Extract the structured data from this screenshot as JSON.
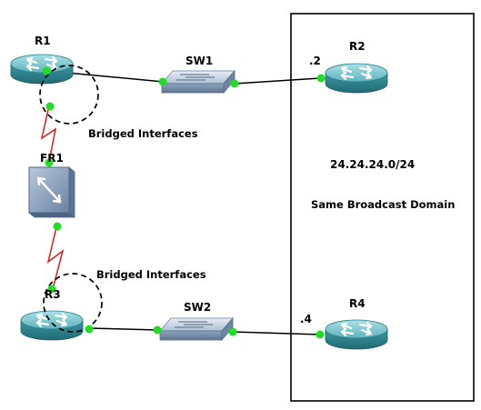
{
  "devices": {
    "r1": {
      "label": "R1",
      "type": "router"
    },
    "r2": {
      "label": "R2",
      "type": "router"
    },
    "r3": {
      "label": "R3",
      "type": "router"
    },
    "r4": {
      "label": "R4",
      "type": "router"
    },
    "sw1": {
      "label": "SW1",
      "type": "switch"
    },
    "sw2": {
      "label": "SW2",
      "type": "switch"
    },
    "fr1": {
      "label": "FR1",
      "type": "frame-relay-switch"
    }
  },
  "interface_labels": {
    "r2_ip_suffix": ".2",
    "r4_ip_suffix": ".4"
  },
  "annotations": {
    "bridged_top": "Bridged Interfaces",
    "bridged_bottom": "Bridged Interfaces",
    "subnet": "24.24.24.0/24",
    "broadcast_domain": "Same Broadcast Domain"
  },
  "colors": {
    "router_body": "#3f9aa5",
    "router_top": "#8fd0d8",
    "switch_body": "#9fb3c9",
    "fr_switch": "#7e97b8",
    "link_ethernet": "#000000",
    "link_serial": "#e01b1b",
    "link_endpoint": "#22dd22"
  }
}
